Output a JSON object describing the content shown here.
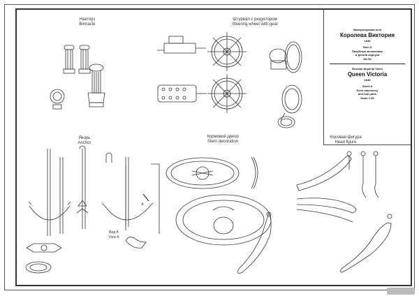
{
  "sections": {
    "binnacle": {
      "ru": "Нактоуз",
      "en": "Binnacle"
    },
    "steering_wheel": {
      "ru": "Штурвал с редуктором",
      "en": "Steering wheel with gear"
    },
    "anchor": {
      "ru": "Якорь",
      "en": "Anchor"
    },
    "stern_decoration": {
      "ru": "Кормовой декор",
      "en": "Stern decoration"
    },
    "head_figure": {
      "ru": "Носовая фигура",
      "en": "Head figure"
    }
  },
  "view_label": {
    "ru": "Вид А",
    "en": "View A",
    "marker": "A"
  },
  "title_block": {
    "ru_subtitle": "Императорская яхта",
    "ru_title": "Королева Виктория",
    "ru_year": "1848",
    "ru_sheet": "Лист 8",
    "ru_desc1": "Палубные механизмы",
    "ru_desc2": "и детали корпуса",
    "ru_scale": "M1:50",
    "en_subtitle": "Russian Imperial Yacht",
    "en_title": "Queen Victoria",
    "en_year": "1848",
    "en_sheet": "Sheet 8",
    "en_desc1": "Deck machinery",
    "en_desc2": "and hull parts",
    "en_scale": "Scale 1:50"
  }
}
